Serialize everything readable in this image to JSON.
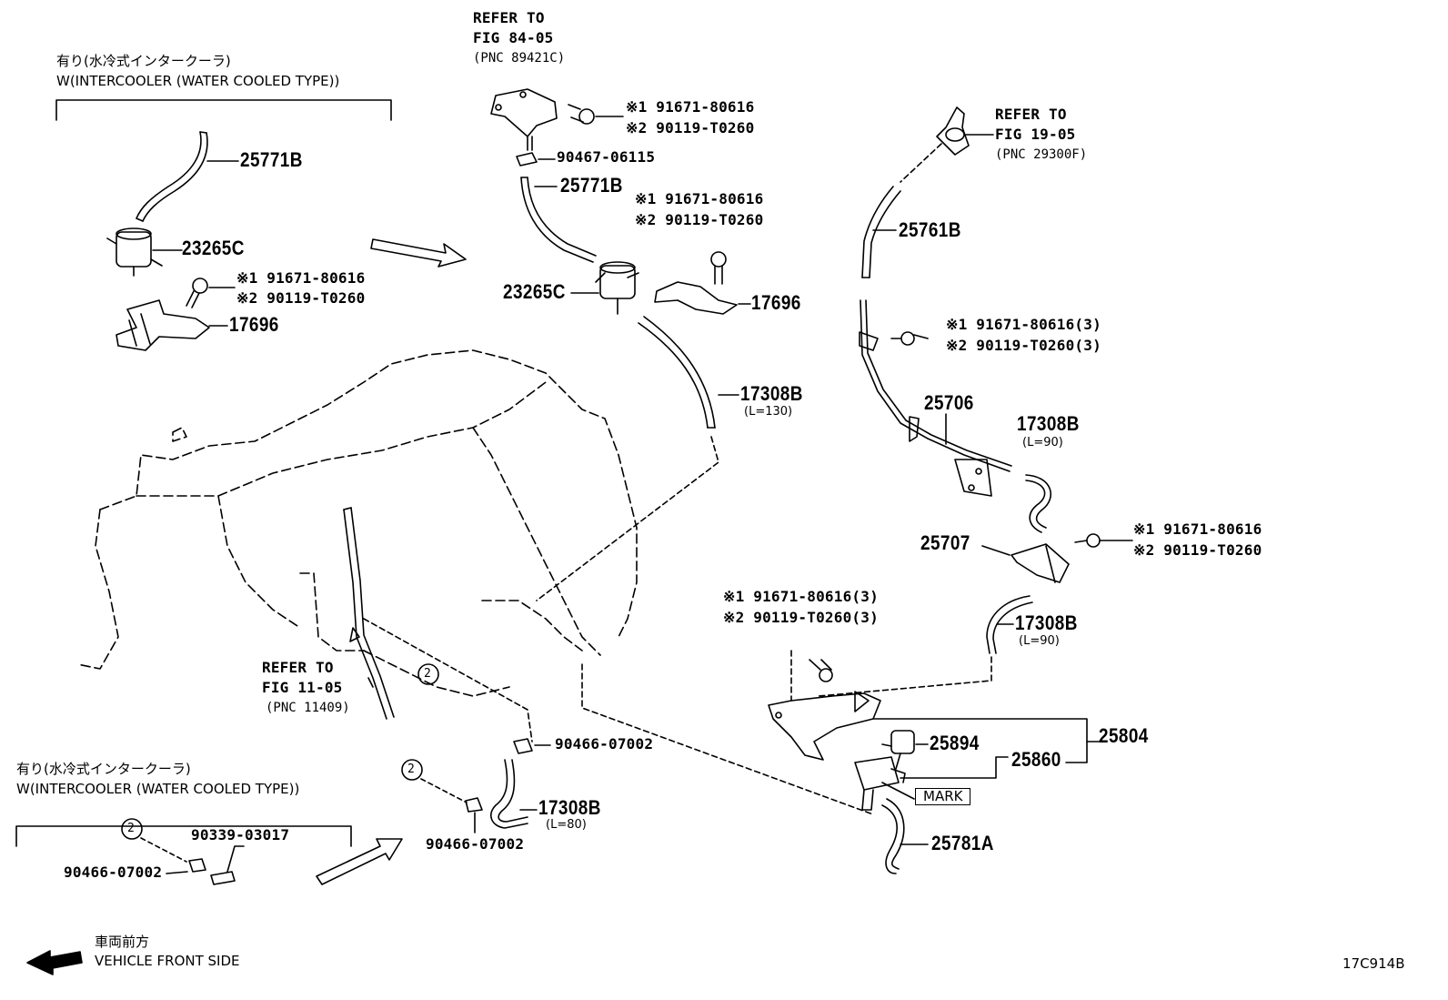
{
  "diagram_id": "17C914B",
  "direction_label": {
    "jp": "車両前方",
    "en": "VEHICLE FRONT SIDE"
  },
  "variant_top": {
    "jp": "有り(水冷式インタークーラ)",
    "en": "W(INTERCOOLER (WATER COOLED TYPE))"
  },
  "variant_bottom": {
    "jp": "有り(水冷式インタークーラ)",
    "en": "W(INTERCOOLER (WATER COOLED TYPE))"
  },
  "refs": {
    "fig84": {
      "l1": "REFER TO",
      "l2": "FIG 84-05",
      "l3": "(PNC 89421C)"
    },
    "fig19": {
      "l1": "REFER TO",
      "l2": "FIG 19-05",
      "l3": "(PNC 29300F)"
    },
    "fig11": {
      "l1": "REFER TO",
      "l2": "FIG 11-05",
      "l3": "(PNC 11409)"
    }
  },
  "parts": {
    "p25771B_a": "25771B",
    "p23265C_a": "23265C",
    "p17696_a": "17696",
    "p25771B_b": "25771B",
    "p23265C_b": "23265C",
    "p17696_b": "17696",
    "p90467": "90467-06115",
    "p17308B_130": "17308B",
    "len130": "(L=130)",
    "p25761B": "25761B",
    "p25706": "25706",
    "p17308B_90a": "17308B",
    "len90a": "(L=90)",
    "p25707": "25707",
    "p17308B_90b": "17308B",
    "len90b": "(L=90)",
    "p25804": "25804",
    "p25894": "25894",
    "p25860": "25860",
    "mark": "MARK",
    "p25781A": "25781A",
    "p90466_a": "90466-07002",
    "p17308B_80": "17308B",
    "len80": "(L=80)",
    "p90466_b": "90466-07002",
    "p90466_c": "90466-07002",
    "p90339": "90339-03017"
  },
  "bolts": {
    "b1": {
      "a": "※1 91671-80616",
      "b": "※2 90119-T0260"
    },
    "b2": {
      "a": "※1 91671-80616",
      "b": "※2 90119-T0260"
    },
    "b3": {
      "a": "※1 91671-80616",
      "b": "※2 90119-T0260"
    },
    "b4": {
      "a": "※1 91671-80616(3)",
      "b": "※2 90119-T0260(3)"
    },
    "b5": {
      "a": "※1 91671-80616",
      "b": "※2 90119-T0260"
    },
    "b6": {
      "a": "※1 91671-80616(3)",
      "b": "※2 90119-T0260(3)"
    }
  },
  "callout": "2"
}
